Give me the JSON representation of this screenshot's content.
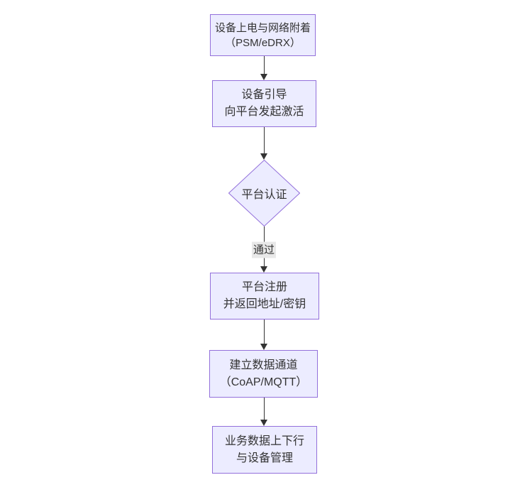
{
  "diagram": {
    "type": "flowchart",
    "direction": "top-down",
    "theme": {
      "background": "#ffffff",
      "node_fill": "#ECECFF",
      "node_border": "#9370DB",
      "text_color": "#333333",
      "edge_color": "#333333",
      "edge_label_bg": "#e8e8e8"
    },
    "nodes": [
      {
        "id": "A",
        "shape": "rect",
        "lines": [
          "设备上电与网络附着",
          "（PSM/eDRX）"
        ]
      },
      {
        "id": "B",
        "shape": "rect",
        "lines": [
          "设备引导",
          "向平台发起激活"
        ]
      },
      {
        "id": "C",
        "shape": "diamond",
        "lines": [
          "平台认证"
        ]
      },
      {
        "id": "D",
        "shape": "rect",
        "lines": [
          "平台注册",
          "并返回地址/密钥"
        ]
      },
      {
        "id": "E",
        "shape": "rect",
        "lines": [
          "建立数据通道",
          "（CoAP/MQTT）"
        ]
      },
      {
        "id": "F",
        "shape": "rect",
        "lines": [
          "业务数据上下行",
          "与设备管理"
        ]
      }
    ],
    "edges": [
      {
        "from": "A",
        "to": "B",
        "label": ""
      },
      {
        "from": "B",
        "to": "C",
        "label": ""
      },
      {
        "from": "C",
        "to": "D",
        "label": "通过"
      },
      {
        "from": "D",
        "to": "E",
        "label": ""
      },
      {
        "from": "E",
        "to": "F",
        "label": ""
      }
    ]
  }
}
